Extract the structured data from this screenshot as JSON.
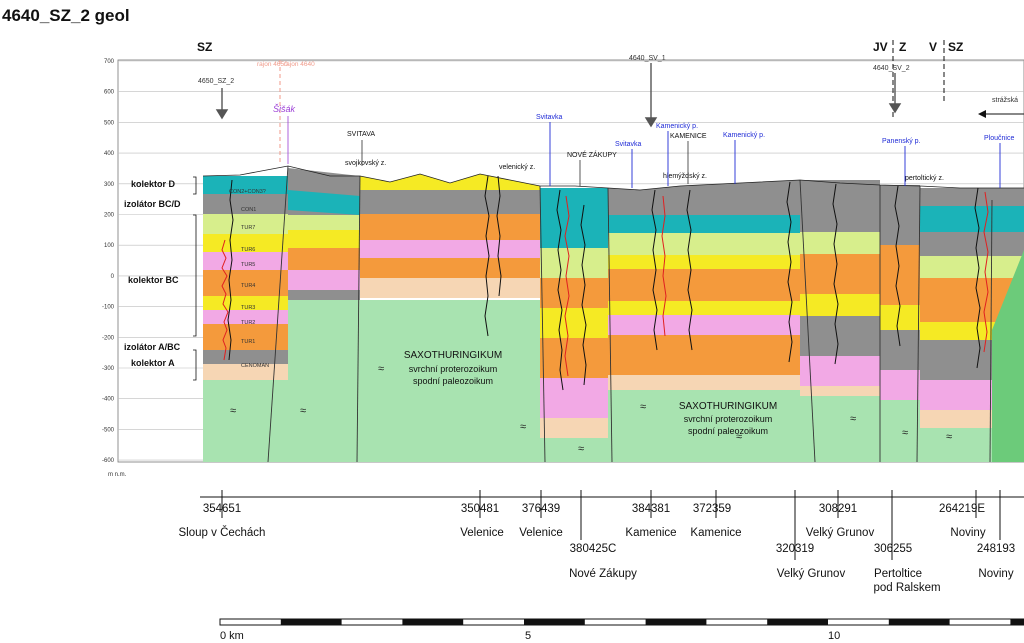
{
  "title": "4640_SZ_2 geol",
  "directions": [
    "SZ",
    "JV",
    "Z",
    "V",
    "SZ"
  ],
  "top_labels": {
    "well_left": "4650_SZ_2",
    "rajon_left": "rajon 4650",
    "rajon_right": "rajon 4640",
    "well_mid": "4640_SV_1",
    "well_right": "4640_SV_2",
    "strazska": "strážská"
  },
  "y_axis": {
    "unit": "m n.m.",
    "ticks": [
      "700",
      "600",
      "500",
      "400",
      "300",
      "200",
      "100",
      "0",
      "-100",
      "-200",
      "-300",
      "-400",
      "-500",
      "-600"
    ]
  },
  "unit_labels": [
    "kolektor D",
    "izolátor BC/D",
    "kolektor BC",
    "izolátor A/BC",
    "kolektor A"
  ],
  "horizons": [
    "CON2+CON3?",
    "CON1",
    "TUR7",
    "TUR6",
    "TUR5",
    "TUR4",
    "TUR3",
    "TUR2",
    "TUR1",
    "CENOMAN"
  ],
  "surface_labels": {
    "sisak": "Šišák",
    "svitava_town": "SVITAVA",
    "svojkovsky": "svojkovský z.",
    "velenicky": "velenický z.",
    "nove_zakupy": "NOVÉ ZÁKUPY",
    "svitavka1": "Svitavka",
    "svitavka2": "Svitavka",
    "kamenicky1": "Kamenický p.",
    "kamenice": "KAMENICE",
    "hlemyzdsky": "hlemýždský z.",
    "kamenicky2": "Kamenický p.",
    "panensky": "Panenský p.",
    "pertoltický": "pertoltický z.",
    "ploucnice": "Ploučnice"
  },
  "basement": {
    "title": "SAXOTHURINGIKUM",
    "line2": "svrchní proterozoikum",
    "line3": "spodní paleozoikum"
  },
  "wells_row1": [
    "354651",
    "350481",
    "376439",
    "384381",
    "372359",
    "308291",
    "264219E"
  ],
  "wells_row2": [
    "380425C",
    "320319",
    "306255",
    "248193"
  ],
  "places_row1": [
    "Sloup v Čechách",
    "Velenice",
    "Velenice",
    "Kamenice",
    "Kamenice",
    "Velký Grunov",
    "Noviny"
  ],
  "places_row2": [
    "Nové Zákupy",
    "Velký Grunov",
    "Pertoltice",
    "pod Ralskem",
    "Noviny"
  ],
  "scale": {
    "labels": [
      "0 km",
      "5",
      "10"
    ]
  },
  "colors": {
    "kolektor_D_teal": "#1bb3b8",
    "grey": "#8f8f8f",
    "yellow": "#f5ea24",
    "orange": "#f49a3c",
    "pink": "#f2a9e5",
    "light_green": "#d7ee8c",
    "peach": "#f6d6b4",
    "basement": "#a8e3b0",
    "log_red": "#e02020",
    "river_blue": "#1f2bd6",
    "sisak_purple": "#9b3dd6",
    "rajon_salmon": "#f09a8a"
  }
}
